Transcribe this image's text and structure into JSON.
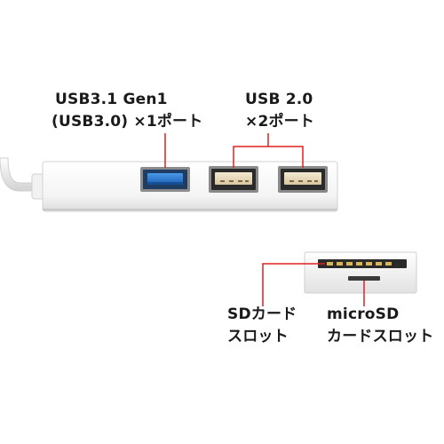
{
  "labels": {
    "usb3_line1": "USB3.1 Gen1",
    "usb3_line2": "(USB3.0) ×1ポート",
    "usb2_line1": "USB 2.0",
    "usb2_line2": "×2ポート",
    "sd_line1": "SDカード",
    "sd_line2": "スロット",
    "microsd_line1": "microSD",
    "microsd_line2": "カードスロット"
  },
  "colors": {
    "callout_line": "#e02020",
    "usb3_port": "#2d7fd6",
    "usb2_port": "#e9dcc0",
    "text": "#1a1a1a"
  },
  "icons": {
    "hub": "usb-hub-illustration",
    "card_reader": "card-reader-illustration"
  }
}
